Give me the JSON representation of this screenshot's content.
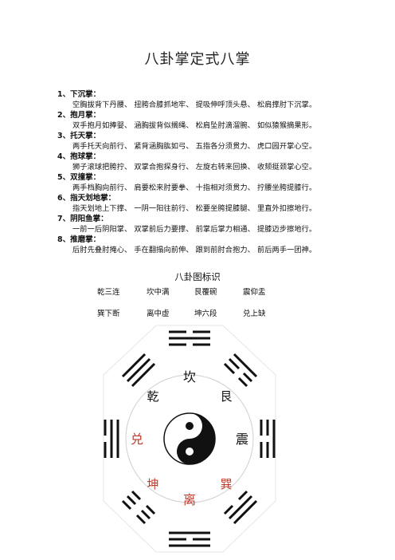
{
  "title": "八卦掌定式八掌",
  "sections": [
    {
      "head": "1、下沉掌：",
      "body": "空胸拔背下丹腰、 扭胯合膝抓地牢、 提吸伸呼顶头悬、 松肩撑肘下沉掌。"
    },
    {
      "head": "2、抱月掌：",
      "body": "双手抱月如捧婴、 涵胸拔背似搁绳、 松肩坠肘滴溜腕、 如似猿猴摘果形。"
    },
    {
      "head": "3、托天掌：",
      "body": "两手托天向前行、 紧背涵胸肱如弓、 五指各分须贯力、 虎口园开掌心空。"
    },
    {
      "head": "4、抱球掌：",
      "body": "狮子滚球把胯拧、 双掌合抱探身行、 左旋右转来回换、 收颏挺颈掌心空。"
    },
    {
      "head": "5、双撞掌：",
      "body": "两手档胸向前行、 肩要松来肘要拳、 十指相对须贯力、 拧腰坐胯提膝行。"
    },
    {
      "head": "6、指天划地掌：",
      "body": "指天划地上下撑、 一阴一阳往前行、 松要坐胯提膝腿、 里直外扣擦地行。"
    },
    {
      "head": "7、阴阳鱼掌：",
      "body": "一前一后阴阳掌、 双掌前后力要撑、 前掌后掌力相通、 提膝迈步擦地行。"
    },
    {
      "head": "8、推磨掌：",
      "body": "后肘先叠肘掩心、 手在翻搨向前伸、 跟到前肘合抱力、 前后两手一团神。"
    }
  ],
  "subtitle": "八卦图标识",
  "trigrams_row1": [
    "乾三连",
    "坎中满",
    "艮覆碗",
    "震仰盂"
  ],
  "trigrams_row2": [
    "巽下断",
    "离中虚",
    "坤六段",
    "兑上缺"
  ],
  "diagram_labels": {
    "north": "坎",
    "south": "离",
    "east": "震",
    "west": "兑",
    "ne": "艮",
    "nw": "乾",
    "se": "巽",
    "sw": "坤"
  },
  "colors": {
    "accent_red": "#c0392b",
    "ink": "#111111"
  }
}
